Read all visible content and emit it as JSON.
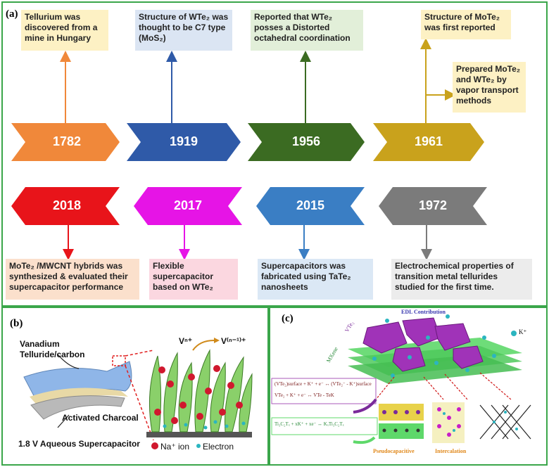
{
  "panels": {
    "a": "(a)",
    "b": "(b)",
    "c": "(c)"
  },
  "timeline_top": [
    {
      "year": "1782",
      "color": "#f0883a",
      "text": "Tellurium was discovered from a mine in Hungary",
      "box": "#fdf1c4"
    },
    {
      "year": "1919",
      "color": "#2f5aa8",
      "text": "Structure of WTe₂ was thought to be C7 type (MoS₂)",
      "box": "#dbe5f3"
    },
    {
      "year": "1956",
      "color": "#3b6b22",
      "text": "Reported that WTe₂ posses a Distorted octahedral coordination",
      "box": "#e2efd9"
    },
    {
      "year": "1961",
      "color": "#c9a21c",
      "text": "Structure of MoTe₂ was first reported",
      "box": "#fdf1c4"
    }
  ],
  "timeline_top_extra": {
    "text": "Prepared MoTe₂ and WTe₂ by vapor transport methods",
    "box": "#fdf1c4"
  },
  "timeline_bottom": [
    {
      "year": "2018",
      "color": "#e8141a",
      "text": "MoTe₂ /MWCNT hybrids was synthesized & evaluated their supercapacitor performance",
      "box": "#fbe0cc"
    },
    {
      "year": "2017",
      "color": "#e614e6",
      "text": "Flexible supercapacitor based on WTe₂",
      "box": "#fbd7e0"
    },
    {
      "year": "2015",
      "color": "#3a7ec4",
      "text": "Supercapacitors was fabricated using TaTe₂ nanosheets",
      "box": "#dbe8f5"
    },
    {
      "year": "1972",
      "color": "#7b7b7b",
      "text": "Electrochemical properties of transition metal tellurides studied for the first time.",
      "box": "#ececec"
    }
  ],
  "panel_b": {
    "vanadium_label": "Vanadium Telluride/carbon",
    "charcoal_label": "Activated Charcoal",
    "caption": "1.8 V Aqueous Supercapacitor",
    "v_n": "Vⁿ⁺",
    "v_n1": "V⁽ⁿ⁻¹⁾⁺",
    "legend_na": "Na⁺ ion",
    "legend_electron": "Electron"
  },
  "panel_c": {
    "edl": "EDL Contribution",
    "vte2": "VTe₂",
    "mxene": "MXene",
    "k_plus": "K⁺",
    "eq1": "(VTe₂)surface + K⁺ + e⁻ ↔ (VTe₂⁻ - K⁺)surface",
    "eq2": "VTe₂ + K⁺ + e⁻ ↔ VTe - TeK",
    "eq3": "Ti₃C₂Tₓ + xK⁺ + xe⁻ ↔ KₓTi₃C₂Tₓ",
    "pseudo": "Pseudocapacitive",
    "intercalation": "Intercalation"
  },
  "colors": {
    "border": "#3aa64a",
    "sheet_green": "#5ed86a",
    "purple": "#a033b8",
    "na_ion": "#d0182e",
    "electron": "#2bb5c0"
  }
}
